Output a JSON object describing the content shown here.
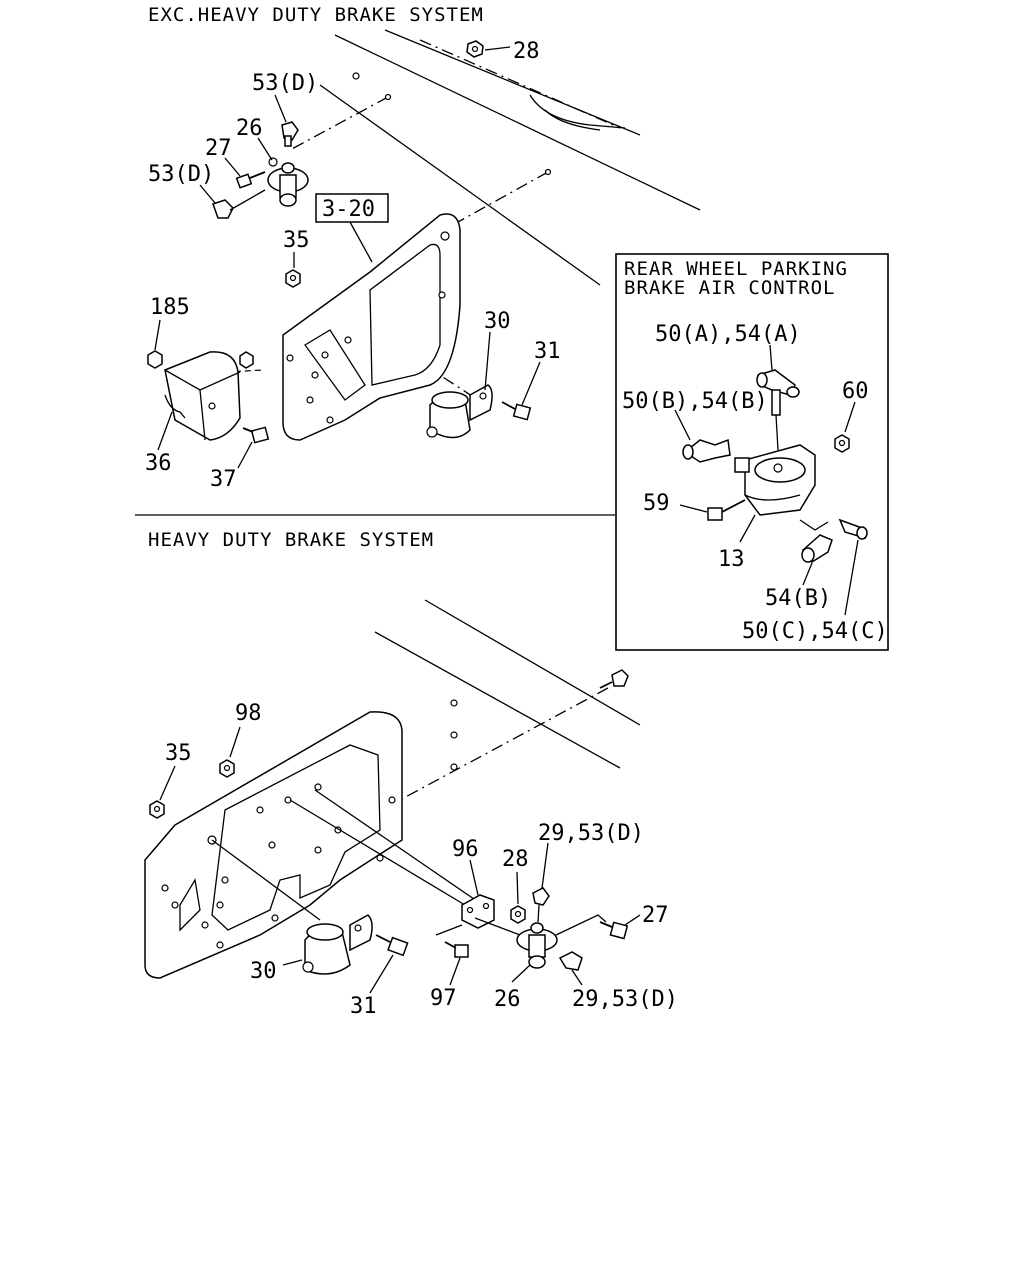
{
  "sections": {
    "top_title": "EXC.HEAVY DUTY BRAKE SYSTEM",
    "bottom_title": "HEAVY DUTY BRAKE SYSTEM",
    "inset_title_line1": "REAR WHEEL PARKING",
    "inset_title_line2": "BRAKE AIR CONTROL"
  },
  "reference_box": "3-20",
  "top_labels": {
    "p28": "28",
    "p53d_a": "53(D)",
    "p26": "26",
    "p27": "27",
    "p53d_b": "53(D)",
    "p35": "35",
    "p185": "185",
    "p30": "30",
    "p31": "31",
    "p36": "36",
    "p37": "37"
  },
  "inset_labels": {
    "p50a54a": "50(A),54(A)",
    "p50b54b": "50(B),54(B)",
    "p60": "60",
    "p59": "59",
    "p13": "13",
    "p54b": "54(B)",
    "p50c54c": "50(C),54(C)"
  },
  "bottom_labels": {
    "p98": "98",
    "p35": "35",
    "p29_53d_a": "29,53(D)",
    "p96": "96",
    "p28": "28",
    "p27": "27",
    "p30": "30",
    "p31": "31",
    "p97": "97",
    "p26": "26",
    "p29_53d_b": "29,53(D)"
  }
}
